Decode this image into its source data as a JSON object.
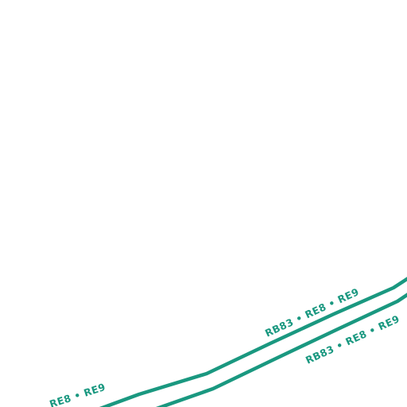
{
  "map": {
    "colors": {
      "background": "#ffffff",
      "route": "#1a9880"
    },
    "routes": [
      {
        "name": "rail-route-north",
        "labels": [
          "RB83 • RE8 • RE9",
          "RE8 • RE9"
        ]
      },
      {
        "name": "rail-route-south",
        "labels": [
          "RB83 • RE8 • RE9"
        ]
      }
    ]
  }
}
